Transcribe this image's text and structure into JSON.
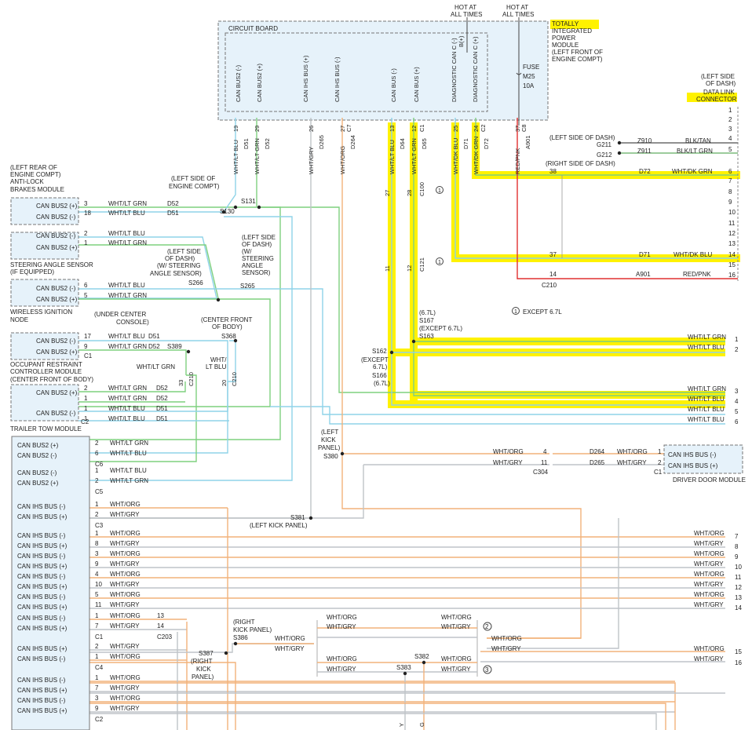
{
  "tipm": {
    "title_lines": [
      "TOTALLY",
      "INTEGRATED",
      "POWER",
      "MODULE",
      "(LEFT FRONT OF",
      "ENGINE COMPT)"
    ],
    "circuit_board": "CIRCUIT BOARD",
    "hot_a": [
      "HOT AT",
      "ALL TIMES"
    ],
    "hot_b": [
      "HOT AT",
      "ALL TIMES"
    ],
    "b_plus": "B(+)",
    "fuse_lines": [
      "FUSE",
      "M25",
      "10A"
    ],
    "pins": [
      {
        "name": "CAN BUS2 (-)",
        "num": "19",
        "wire": "WHT/LT BLU",
        "circ": "D51"
      },
      {
        "name": "CAN BUS2 (+)",
        "num": "29",
        "wire": "WHT/LT GRN",
        "circ": "D52"
      },
      {
        "name": "CAN IHS BUS (+)",
        "num": "26",
        "wire": "WHT/GRY",
        "circ": "D265"
      },
      {
        "name": "CAN IHS BUS (-)",
        "num": "27",
        "wire": "WHT/ORG",
        "circ": "D264"
      },
      {
        "name": "CAN BUS (-)",
        "num": "13",
        "wire": "WHT/LT BLU",
        "circ": "D64"
      },
      {
        "name": "CAN BUS (+)",
        "num": "12",
        "wire": "WHT/LT GRN",
        "circ": "D65"
      },
      {
        "name": "DIAGNOSTIC CAN C (-)",
        "num": "25",
        "wire": "WHT/DK BLU",
        "circ": "D71"
      },
      {
        "name": "DIAGNOSTIC CAN C (+)",
        "num": "24",
        "wire": "WHT/DK GRN",
        "circ": "D72"
      },
      {
        "name": "FUSE",
        "num": "37",
        "wire": "RED/PNK",
        "circ": "A901"
      }
    ],
    "conn_c7": "C7",
    "conn_c1": "C1",
    "conn_c2": "C2",
    "conn_c8": "C8"
  },
  "dlc": {
    "title_lines": [
      "(LEFT SIDE",
      "OF DASH)",
      "DATA LINK",
      "CONNECTOR"
    ],
    "pins": [
      "1",
      "2",
      "3",
      "4",
      "5",
      "6",
      "7",
      "8",
      "9",
      "10",
      "11",
      "12",
      "13",
      "14",
      "15",
      "16"
    ],
    "ground_label": "(LEFT SIDE OF DASH)",
    "g211": "G211",
    "g212": "G212",
    "z910": "Z910",
    "z911": "Z911",
    "blk_tan": "BLK/TAN",
    "blk_lt_grn": "BLK/LT GRN",
    "right_side": "(RIGHT SIDE OF DASH)",
    "d72": "D72",
    "wht_dk_grn": "WHT/DK GRN",
    "d71": "D71",
    "wht_dk_blu": "WHT/DK BLU",
    "a901": "A901",
    "red_pnk": "RED/PNK",
    "c210": "C210",
    "p38": "38",
    "p37": "37",
    "p14": "14"
  },
  "modules": {
    "abs": {
      "title_lines": [
        "(LEFT REAR OF",
        "ENGINE COMPT)",
        "ANTI-LOCK",
        "BRAKES MODULE"
      ],
      "pins": [
        "CAN BUS2 (+)",
        "CAN BUS2 (-)"
      ],
      "nums": [
        "3",
        "18"
      ],
      "wires": [
        "WHT/LT GRN",
        "WHT/LT BLU"
      ],
      "circs": [
        "D52",
        "D51"
      ]
    },
    "sas": {
      "title_lines": [
        "STEERING ANGLE SENSOR",
        "(IF EQUIPPED)"
      ],
      "pins": [
        "CAN BUS2 (-)",
        "CAN BUS2 (+)"
      ],
      "nums": [
        "2",
        "1"
      ],
      "wires": [
        "WHT/LT BLU",
        "WHT/LT GRN"
      ]
    },
    "win": {
      "title_lines": [
        "WIRELESS IGNITION",
        "NODE"
      ],
      "pins": [
        "CAN BUS2 (-)",
        "CAN BUS2 (+)"
      ],
      "nums": [
        "6",
        "5"
      ],
      "wires": [
        "WHT/LT BLU",
        "WHT/LT GRN"
      ]
    },
    "orc": {
      "title_lines": [
        "OCCUPANT RESTRAINT",
        "CONTROLLER MODULE",
        "(CENTER FRONT OF BODY)"
      ],
      "pins": [
        "CAN BUS2 (-)",
        "CAN BUS2 (+)"
      ],
      "nums": [
        "17",
        "9"
      ],
      "wires": [
        "WHT/LT BLU",
        "WHT/LT GRN"
      ],
      "circs": [
        "D51",
        "D52"
      ],
      "conn": "C1"
    },
    "ttm": {
      "title": "TRAILER TOW MODULE",
      "pins": [
        "CAN BUS2 (+)",
        "CAN BUS2 (-)"
      ],
      "nums": [
        "2",
        "1",
        "1",
        "1"
      ],
      "wires": [
        "WHT/LT GRN",
        "WHT/LT GRN",
        "WHT/LT BLU",
        "WHT/LT BLU"
      ],
      "circs": [
        "D52",
        "D52",
        "D51",
        "D51"
      ],
      "conn": "C2"
    }
  },
  "splices": {
    "s131": "S131",
    "s130": "S130",
    "s131_note": [
      "(LEFT SIDE OF",
      "ENGINE COMPT)"
    ],
    "s266": "S266",
    "s266_note": [
      "(LEFT SIDE",
      "OF DASH)",
      "(W/ STEERING",
      "ANGLE SENSOR)"
    ],
    "s265": "S265",
    "s265_note": [
      "(LEFT SIDE",
      "OF DASH)",
      "(W/",
      "STEERING",
      "ANGLE",
      "SENSOR)"
    ],
    "s389": "S389",
    "s389_note": [
      "(UNDER CENTER",
      "CONSOLE)"
    ],
    "s368": "S368",
    "s368_note": [
      "(CENTER FRONT",
      "OF BODY)"
    ],
    "c210_a": "C210",
    "c210_b": "C210",
    "c210_c": "C210",
    "c121": "C121",
    "c100": "C100",
    "n33": "33",
    "n20": "20",
    "n27": "27",
    "n28": "28",
    "n11": "11",
    "n12": "12",
    "s167": [
      "(6.7L)",
      "S167",
      "(EXCEPT 6.7L)",
      "S163"
    ],
    "s162": [
      "S162",
      "(EXCEPT",
      "6.7L)",
      "S166",
      "(6.7L)"
    ],
    "except67": "EXCEPT 6.7L",
    "c1_mark": "1",
    "s380": "S380",
    "s380_note": [
      "(LEFT",
      "KICK",
      "PANEL)"
    ],
    "s381": "S381",
    "s381_note": "(LEFT KICK PANEL)",
    "s386": "S386",
    "s386_note": [
      "(RIGHT",
      "KICK PANEL)"
    ],
    "s387": "S387",
    "s387_note": [
      "(RIGHT",
      "KICK",
      "PANEL)"
    ],
    "s382": "S382",
    "s383": "S383",
    "opt2": "2",
    "opt3": "3"
  },
  "right_bus": {
    "rows": [
      {
        "wire": "WHT/LT GRN",
        "num": "1"
      },
      {
        "wire": "WHT/LT BLU",
        "num": "2"
      },
      {
        "wire": "WHT/LT GRN",
        "num": "3"
      },
      {
        "wire": "WHT/LT BLU",
        "num": "4"
      },
      {
        "wire": "WHT/LT BLU",
        "num": "5"
      },
      {
        "wire": "WHT/LT BLU",
        "num": "6"
      }
    ]
  },
  "ddm": {
    "title": "DRIVER DOOR MODULE",
    "pins": [
      "CAN IHS BUS (-)",
      "CAN IHS BUS (+)"
    ],
    "nums": [
      "1",
      "2"
    ],
    "conn": "C1",
    "c304": "C304",
    "c304_nums": [
      "4",
      "11"
    ],
    "wires": [
      "WHT/ORG",
      "WHT/GRY"
    ],
    "circs": [
      "D264",
      "D265"
    ]
  },
  "bottom_module": {
    "groups": [
      {
        "conn": "C6",
        "rows": [
          {
            "pin": "CAN BUS2 (+)",
            "num": "2",
            "wire": "WHT/LT GRN"
          },
          {
            "pin": "CAN BUS2 (-)",
            "num": "6",
            "wire": "WHT/LT BLU"
          }
        ]
      },
      {
        "conn": "C5",
        "rows": [
          {
            "pin": "CAN BUS2 (-)",
            "num": "1",
            "wire": "WHT/LT BLU"
          },
          {
            "pin": "CAN BUS2 (+)",
            "num": "2",
            "wire": "WHT/LT GRN"
          }
        ]
      },
      {
        "conn": "C3",
        "rows": [
          {
            "pin": "CAN IHS BUS (-)",
            "num": "1",
            "wire": "WHT/ORG"
          },
          {
            "pin": "CAN IHS BUS (+)",
            "num": "2",
            "wire": "WHT/GRY"
          }
        ]
      },
      {
        "conn": "",
        "rows": [
          {
            "pin": "CAN IHS BUS (-)",
            "num": "1",
            "wire": "WHT/ORG",
            "rnum": "7",
            "rwire": "WHT/ORG"
          },
          {
            "pin": "CAN IHS BUS (+)",
            "num": "8",
            "wire": "WHT/GRY",
            "rnum": "8",
            "rwire": "WHT/GRY"
          },
          {
            "pin": "CAN IHS BUS (-)",
            "num": "3",
            "wire": "WHT/ORG",
            "rnum": "9",
            "rwire": "WHT/ORG"
          },
          {
            "pin": "CAN IHS BUS (+)",
            "num": "9",
            "wire": "WHT/GRY",
            "rnum": "10",
            "rwire": "WHT/GRY"
          },
          {
            "pin": "CAN IHS BUS (-)",
            "num": "4",
            "wire": "WHT/ORG",
            "rnum": "11",
            "rwire": "WHT/ORG"
          },
          {
            "pin": "CAN IHS BUS (+)",
            "num": "10",
            "wire": "WHT/GRY",
            "rnum": "12",
            "rwire": "WHT/GRY"
          },
          {
            "pin": "CAN IHS BUS (-)",
            "num": "5",
            "wire": "WHT/ORG",
            "rnum": "13",
            "rwire": "WHT/ORG"
          },
          {
            "pin": "CAN IHS BUS (+)",
            "num": "11",
            "wire": "WHT/GRY",
            "rnum": "14",
            "rwire": "WHT/GRY"
          }
        ]
      },
      {
        "conn": "C1",
        "rows": [
          {
            "pin": "CAN IHS BUS (-)",
            "num": "1",
            "wire": "WHT/ORG",
            "cnum": "13"
          },
          {
            "pin": "CAN IHS BUS (+)",
            "num": "7",
            "wire": "WHT/GRY",
            "cnum": "14"
          }
        ],
        "cname": "C203"
      },
      {
        "conn": "C4",
        "rows": [
          {
            "pin": "CAN IHS BUS (+)",
            "num": "2",
            "wire": "WHT/GRY"
          },
          {
            "pin": "CAN IHS BUS (-)",
            "num": "1",
            "wire": "WHT/ORG"
          }
        ]
      },
      {
        "conn": "C2",
        "rows": [
          {
            "pin": "CAN IHS BUS (-)",
            "num": "1",
            "wire": "WHT/ORG"
          },
          {
            "pin": "CAN IHS BUS (+)",
            "num": "7",
            "wire": "WHT/GRY"
          },
          {
            "pin": "CAN IHS BUS (-)",
            "num": "3",
            "wire": "WHT/ORG"
          },
          {
            "pin": "CAN IHS BUS (+)",
            "num": "9",
            "wire": "WHT/GRY"
          }
        ]
      }
    ],
    "mid": {
      "org": "WHT/ORG",
      "gry": "WHT/GRY"
    },
    "right15": "15",
    "right16": "16",
    "bot_y": "Y",
    "bot_g": "G"
  },
  "colors": {
    "grn": "#7fd07f",
    "blu": "#8fd3e8",
    "org": "#f2b27a",
    "gry": "#bfc4c8",
    "red": "#e03030",
    "blk": "#222222",
    "hl": "#fff200",
    "modfill": "#e6f2fa"
  }
}
